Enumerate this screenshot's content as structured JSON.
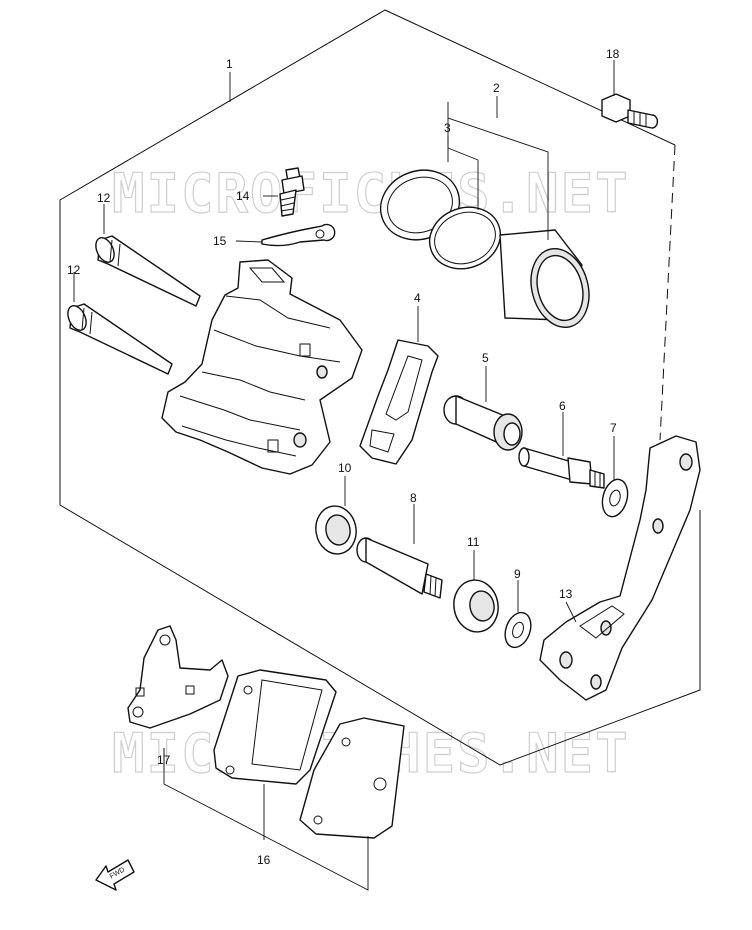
{
  "watermark": "MICROFICHES.NET",
  "fwd_label": "FWD",
  "callouts": [
    {
      "id": "c1",
      "text": "1"
    },
    {
      "id": "c2",
      "text": "2"
    },
    {
      "id": "c3",
      "text": "3"
    },
    {
      "id": "c4",
      "text": "4"
    },
    {
      "id": "c5",
      "text": "5"
    },
    {
      "id": "c6",
      "text": "6"
    },
    {
      "id": "c7",
      "text": "7"
    },
    {
      "id": "c8",
      "text": "8"
    },
    {
      "id": "c9",
      "text": "9"
    },
    {
      "id": "c10",
      "text": "10"
    },
    {
      "id": "c11",
      "text": "11"
    },
    {
      "id": "c12a",
      "text": "12"
    },
    {
      "id": "c12b",
      "text": "12"
    },
    {
      "id": "c13",
      "text": "13"
    },
    {
      "id": "c14",
      "text": "14"
    },
    {
      "id": "c15",
      "text": "15"
    },
    {
      "id": "c16",
      "text": "16"
    },
    {
      "id": "c17",
      "text": "17"
    },
    {
      "id": "c18",
      "text": "18"
    }
  ]
}
